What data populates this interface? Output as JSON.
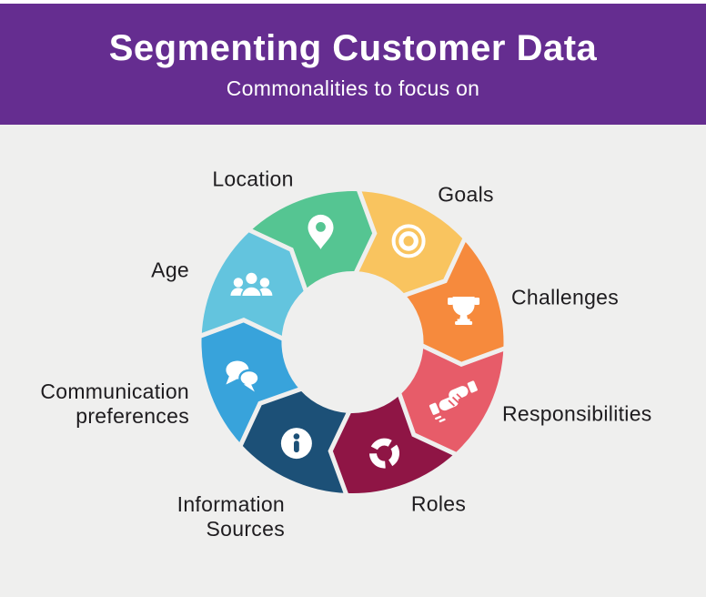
{
  "header": {
    "title": "Segmenting Customer Data",
    "subtitle": "Commonalities to focus on"
  },
  "diagram": {
    "type": "circular-chevron-cycle",
    "flow": "clockwise",
    "segments": [
      {
        "id": "location",
        "label": "Location",
        "color": "#55C592",
        "icon": "pin-icon"
      },
      {
        "id": "goals",
        "label": "Goals",
        "color": "#F9C45F",
        "icon": "target-icon"
      },
      {
        "id": "challenges",
        "label": "Challenges",
        "color": "#F68A3D",
        "icon": "trophy-icon"
      },
      {
        "id": "responsibilities",
        "label": "Responsibilities",
        "color": "#E75C69",
        "icon": "handshake-icon"
      },
      {
        "id": "roles",
        "label": "Roles",
        "color": "#8F1545",
        "icon": "cycle-arrows-icon"
      },
      {
        "id": "information_sources",
        "label": "Information\nSources",
        "color": "#1C5077",
        "icon": "info-icon"
      },
      {
        "id": "communication_preferences",
        "label": "Communication\npreferences",
        "color": "#38A3DB",
        "icon": "chat-bubbles-icon"
      },
      {
        "id": "age",
        "label": "Age",
        "color": "#63C4DE",
        "icon": "people-icon"
      }
    ]
  },
  "colors": {
    "header_bg": "#652D90",
    "body_bg": "#EFEFEE",
    "label_text": "#1E1C1F",
    "icon_color": "#FFFFFF"
  }
}
